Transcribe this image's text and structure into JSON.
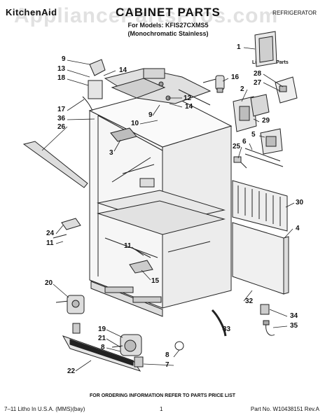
{
  "header": {
    "brand": "KitchenAid",
    "title": "CABINET PARTS",
    "model_line": "For Models: KFIS27CXMS5",
    "subtitle": "(Monochromatic Stainless)",
    "type_label": "REFRIGERATOR",
    "watermark": "AppliancePartsPros.com"
  },
  "literature_label": "Literature Parts",
  "callouts": [
    {
      "id": "c9a",
      "text": "9"
    },
    {
      "id": "c13",
      "text": "13"
    },
    {
      "id": "c18",
      "text": "18"
    },
    {
      "id": "c14a",
      "text": "14"
    },
    {
      "id": "c17",
      "text": "17"
    },
    {
      "id": "c36",
      "text": "36"
    },
    {
      "id": "c26",
      "text": "26"
    },
    {
      "id": "c3",
      "text": "3"
    },
    {
      "id": "c10",
      "text": "10"
    },
    {
      "id": "c9b",
      "text": "9"
    },
    {
      "id": "c12",
      "text": "12"
    },
    {
      "id": "c14b",
      "text": "14"
    },
    {
      "id": "c16",
      "text": "16"
    },
    {
      "id": "c1",
      "text": "1"
    },
    {
      "id": "c28",
      "text": "28"
    },
    {
      "id": "c27",
      "text": "27"
    },
    {
      "id": "c2",
      "text": "2"
    },
    {
      "id": "c29",
      "text": "29"
    },
    {
      "id": "c5",
      "text": "5"
    },
    {
      "id": "c25",
      "text": "25"
    },
    {
      "id": "c6",
      "text": "6"
    },
    {
      "id": "c30",
      "text": "30"
    },
    {
      "id": "c4",
      "text": "4"
    },
    {
      "id": "c24",
      "text": "24"
    },
    {
      "id": "c11a",
      "text": "11"
    },
    {
      "id": "c11b",
      "text": "11"
    },
    {
      "id": "c15",
      "text": "15"
    },
    {
      "id": "c20",
      "text": "20"
    },
    {
      "id": "c32",
      "text": "32"
    },
    {
      "id": "c19",
      "text": "19"
    },
    {
      "id": "c21",
      "text": "21"
    },
    {
      "id": "c8a",
      "text": "8"
    },
    {
      "id": "c33",
      "text": "33"
    },
    {
      "id": "c34",
      "text": "34"
    },
    {
      "id": "c35",
      "text": "35"
    },
    {
      "id": "c22",
      "text": "22"
    },
    {
      "id": "c8b",
      "text": "8"
    },
    {
      "id": "c7",
      "text": "7"
    }
  ],
  "footer": {
    "note": "FOR ORDERING INFORMATION REFER TO PARTS PRICE LIST",
    "left": "7–11 Litho In U.S.A. (MMS)(bay)",
    "center": "1",
    "right": "Part No. W10438151 Rev.A"
  }
}
